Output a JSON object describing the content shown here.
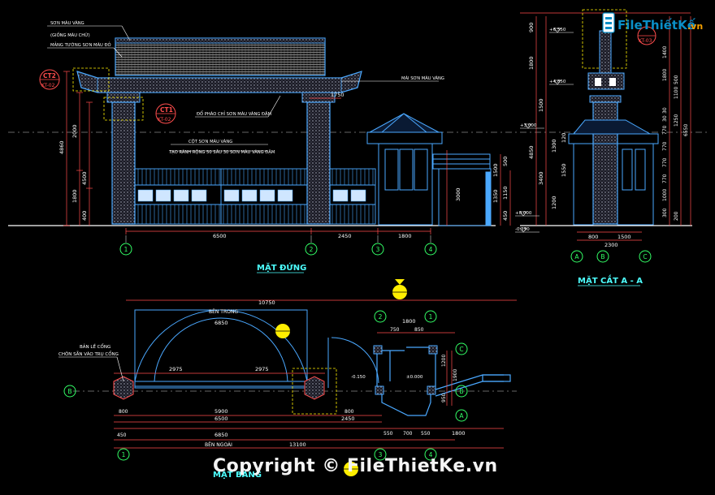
{
  "colors": {
    "background": "#000000",
    "structure": "#4aa8ff",
    "dimension": "#ff4d4d",
    "label": "#ffffff",
    "title": "#4dffff",
    "axis_bubble": "#33ff66",
    "callout": "#ffee00",
    "hatch": "#9aa0b0",
    "magenta": "#ff33cc"
  },
  "titles": {
    "front_view": "MẶT ĐỨNG",
    "section_view": "MẶT CẮT A - A",
    "plan_view": "MẶT BẰNG"
  },
  "front_view": {
    "notes": {
      "paint_yellow": "SƠN MÀU VÀNG",
      "paint_yellow_note": "(GIỐNG MÀU CHỮ)",
      "wall_red": "MẢNG TƯỜNG SƠN MÀU ĐỎ",
      "roof_tile": "MÁI SƠN MÀU VÀNG",
      "relief_gold": "ĐỔ PHÀO CHỈ SƠN MÀU VÀNG ĐẬM",
      "column_paint": "CỘT SƠN MÀU VÀNG",
      "texture": "TẠO RÃNH RỘNG 50 SÂU 30 SƠN MÀU VÀNG ĐẬM"
    },
    "callouts": {
      "ct2": "CT2",
      "ct2_sheet": "KT-02",
      "ct1": "CT1",
      "ct1_sheet": "KT-02",
      "ct3": "KT-03"
    },
    "dims_vertical": [
      "4860",
      "2000",
      "4500",
      "1800",
      "400"
    ],
    "dims_horizontal": [
      "6500",
      "2450",
      "1800"
    ],
    "dim_1750": "1750",
    "dims_booth": [
      "3000",
      "1500",
      "1150",
      "500",
      "1350",
      "450"
    ],
    "axes": [
      "1",
      "2",
      "3",
      "4"
    ]
  },
  "section_view": {
    "levels": [
      "+6.550",
      "+4.850",
      "+3.000",
      "+0.000",
      "-0.150"
    ],
    "dims_left": [
      "900",
      "1800",
      "1500",
      "4850",
      "3400",
      "1200",
      "1300",
      "1550",
      "120"
    ],
    "dims_right": [
      "1400",
      "1800",
      "500",
      "1100",
      "1250",
      "6550",
      "30",
      "30",
      "770",
      "770",
      "770",
      "770",
      "1000",
      "300",
      "200"
    ],
    "dims_bottom": [
      "800",
      "1500",
      "2300"
    ],
    "axes": [
      "A",
      "B",
      "C"
    ],
    "callout": "KT-03"
  },
  "plan_view": {
    "labels": {
      "inside": "BÊN TRONG",
      "outside": "BÊN NGOÀI",
      "hinge": "BẢN LỀ CỔNG",
      "hinge_note": "CHÔN SẴN VÀO TRỤ CỔNG"
    },
    "dims_top": [
      "10750",
      "6850",
      "1800",
      "750",
      "850"
    ],
    "dims_gate": [
      "2975",
      "2975"
    ],
    "dims_bottom": [
      "5900",
      "6500",
      "6850",
      "2450",
      "800",
      "550",
      "700",
      "550",
      "1800",
      "13100",
      "800",
      "450"
    ],
    "dims_booth": [
      "1200",
      "1900",
      "950"
    ],
    "levels": [
      "-0.150",
      "±0.000"
    ],
    "axes_numeric": [
      "1",
      "2",
      "3",
      "4"
    ],
    "axes_letter": [
      "A",
      "B",
      "C"
    ]
  },
  "watermark": {
    "logo_brand": "FileThiếtKế",
    "logo_tld": ".vn",
    "copyright": "Copyright © FileThietKe.vn"
  }
}
